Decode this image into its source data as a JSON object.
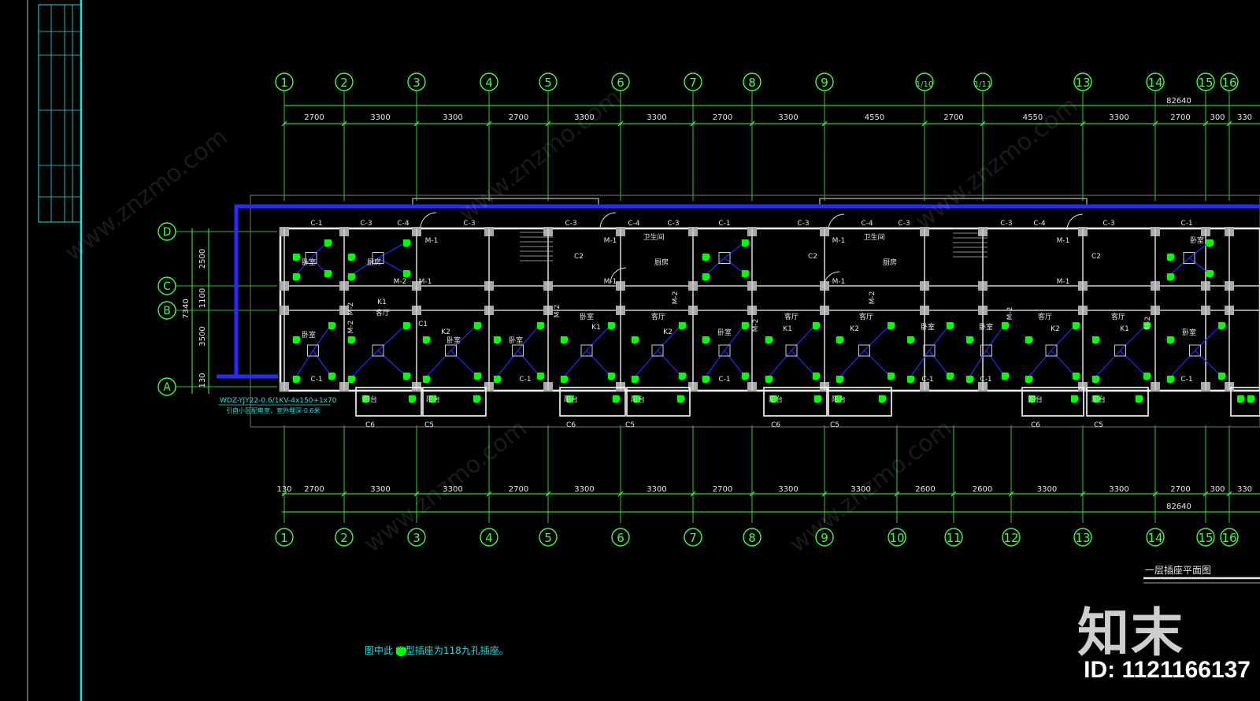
{
  "top_axes": [
    "1",
    "2",
    "3",
    "4",
    "5",
    "6",
    "7",
    "8",
    "9",
    "1/10",
    "1/11",
    "13",
    "14",
    "15",
    "16"
  ],
  "bottom_axes": [
    "1",
    "2",
    "3",
    "4",
    "5",
    "6",
    "7",
    "8",
    "9",
    "10",
    "11",
    "12",
    "13",
    "14",
    "15",
    "16"
  ],
  "row_axes": [
    "D",
    "C",
    "B",
    "A"
  ],
  "top_dims": [
    "2700",
    "3300",
    "3300",
    "2700",
    "3300",
    "3300",
    "2700",
    "3300",
    "4550",
    "2700",
    "4550",
    "3300",
    "2700",
    "300",
    "330"
  ],
  "bottom_dims": [
    "2700",
    "3300",
    "3300",
    "2700",
    "3300",
    "3300",
    "2700",
    "3300",
    "3300",
    "2600",
    "2600",
    "3300",
    "3300",
    "2700",
    "300",
    "330"
  ],
  "bottom_edge_dim": "130",
  "total_dim": "82640",
  "left_dims": [
    "2500",
    "1100",
    "3500",
    "130"
  ],
  "left_total": "7340",
  "cable_spec": "WDZ-YJY22-0.6/1KV-4x150+1x70",
  "cable_note": "引自小区配电室，室外埋深-0.6米",
  "drawing_title": "一层插座平面图",
  "note": "图中此 类型插座为118九孔插座。",
  "room_labels": {
    "bedroom": "卧室",
    "living": "客厅",
    "kitchen": "厨房",
    "balcony": "阳台",
    "bathroom": "卫生间"
  },
  "door_labels": [
    "M-1",
    "M-2"
  ],
  "window_labels": [
    "C-1",
    "C-3",
    "C-4",
    "C5",
    "C6",
    "C1",
    "C2",
    "K1",
    "K2"
  ],
  "watermark": "知末",
  "watermark_id": "ID: 1121166137",
  "watermark_site": "www.znzmo.com",
  "colors": {
    "background": "#000000",
    "grid": "#3dff3d",
    "wall": "#ffffff",
    "wiring": "#2a2aff",
    "socket": "#00ff00",
    "frame": "#22e0e0"
  }
}
